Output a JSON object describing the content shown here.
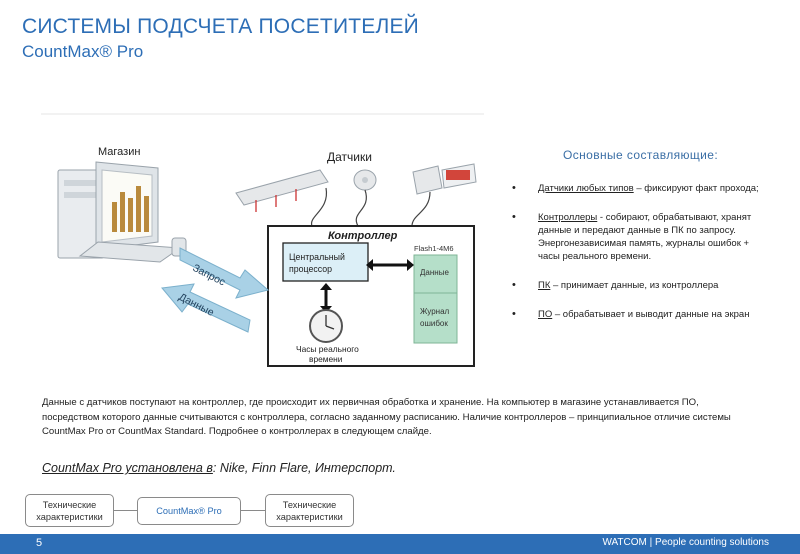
{
  "header": {
    "title": "СИСТЕМЫ ПОДСЧЕТА ПОСЕТИТЕЛЕЙ",
    "subtitle": "CountMax® Pro"
  },
  "diagram": {
    "store_label": "Магазин",
    "sensors_label": "Датчики",
    "controller_label": "Контроллер",
    "cpu_label_1": "Центральный",
    "cpu_label_2": "процессор",
    "flash_label": "Flash1-4M6",
    "data_cell": "Данные",
    "journal_1": "Журнал",
    "journal_2": "ошибок",
    "clock_label_1": "Часы реального",
    "clock_label_2": "времени",
    "request_arrow": "Запрос",
    "data_arrow": "Данные"
  },
  "components": {
    "title": "Основные  составляющие:",
    "items": [
      {
        "term": "Датчики любых типов",
        "text": " – фиксируют факт прохода;"
      },
      {
        "term": "Контроллеры",
        "text": " - собирают, обрабатывают, хранят данные и передают данные в ПК по запросу. Энергонезависимая память, журналы ошибок  + часы реального времени."
      },
      {
        "term": "ПК",
        "text": " – принимает данные, из контроллера"
      },
      {
        "term": "ПО",
        "text": " – обрабатывает и выводит данные на экран"
      }
    ]
  },
  "description": "Данные с датчиков поступают на контроллер, где происходит их первичная обработка и хранение. На компьютер в магазине устанавливается ПО, посредством которого данные считываются с контроллера, согласно заданному расписанию. Наличие контроллеров – принципиальное отличие системы CountMax Pro от CountMax Standard. Подробнее о контроллерах в следующем слайде.",
  "installed": {
    "lead": "CountMax Pro установлена в",
    "clients": ": Nike, Finn Flare, Интерспорт."
  },
  "nav": {
    "prev": "Технические характеристики",
    "current": "CountMax® Pro",
    "next": "Технические характеристики"
  },
  "footer": {
    "page": "5",
    "brand": "WATCOM | People counting solutions"
  },
  "colors": {
    "accent": "#2d6eb6",
    "arrow": "#a9d1e6",
    "cell": "#b5dfc9"
  }
}
